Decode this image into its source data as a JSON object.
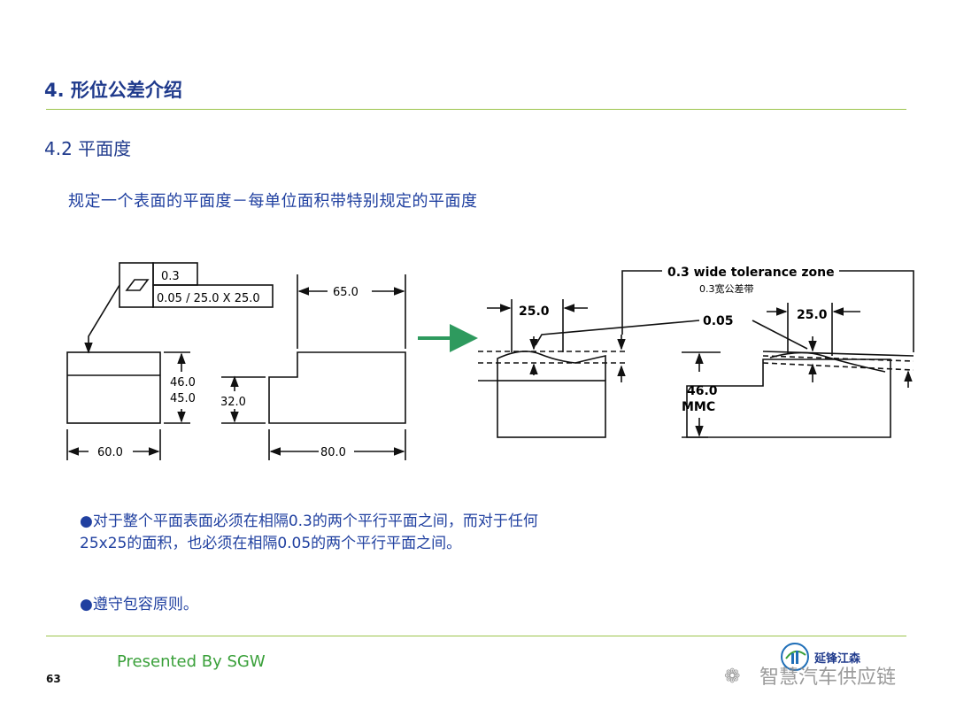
{
  "slide": {
    "title": "4. 形位公差介绍",
    "subtitle": "4.2 平面度",
    "intro": "规定一个表面的平面度－每单位面积带特别规定的平面度",
    "bullets": [
      "●对于整个平面表面必须在相隔0.3的两个平行平面之间，而对于任何25x25的面积，也必须在相隔0.05的两个平行平面之间。",
      "●遵守包容原则。"
    ],
    "footer": {
      "presented_by": "Presented By SGW",
      "page_number": "63"
    },
    "logo": {
      "company_text": "延锋江森"
    },
    "watermark": "智慧汽车供应链"
  },
  "drawing_left": {
    "frame_top": "0.3",
    "frame_bottom": "0.05 / 25.0 X 25.0",
    "dim_65": "65.0",
    "dim_46": "46.0",
    "dim_45": "45.0",
    "dim_32": "32.0",
    "dim_60": "60.0",
    "dim_80": "80.0"
  },
  "drawing_right": {
    "zone_label": "0.3 wide tolerance zone",
    "zone_label_cn": "0.3宽公差带",
    "dim_25_left": "25.0",
    "dim_25_right": "25.0",
    "dim_005": "0.05",
    "dim_46": "46.0",
    "mmc": "MMC"
  },
  "colors": {
    "title": "#1f3a8c",
    "rule": "#9cc44b",
    "presented": "#3aa03a",
    "arrow": "#2e9a5e"
  }
}
